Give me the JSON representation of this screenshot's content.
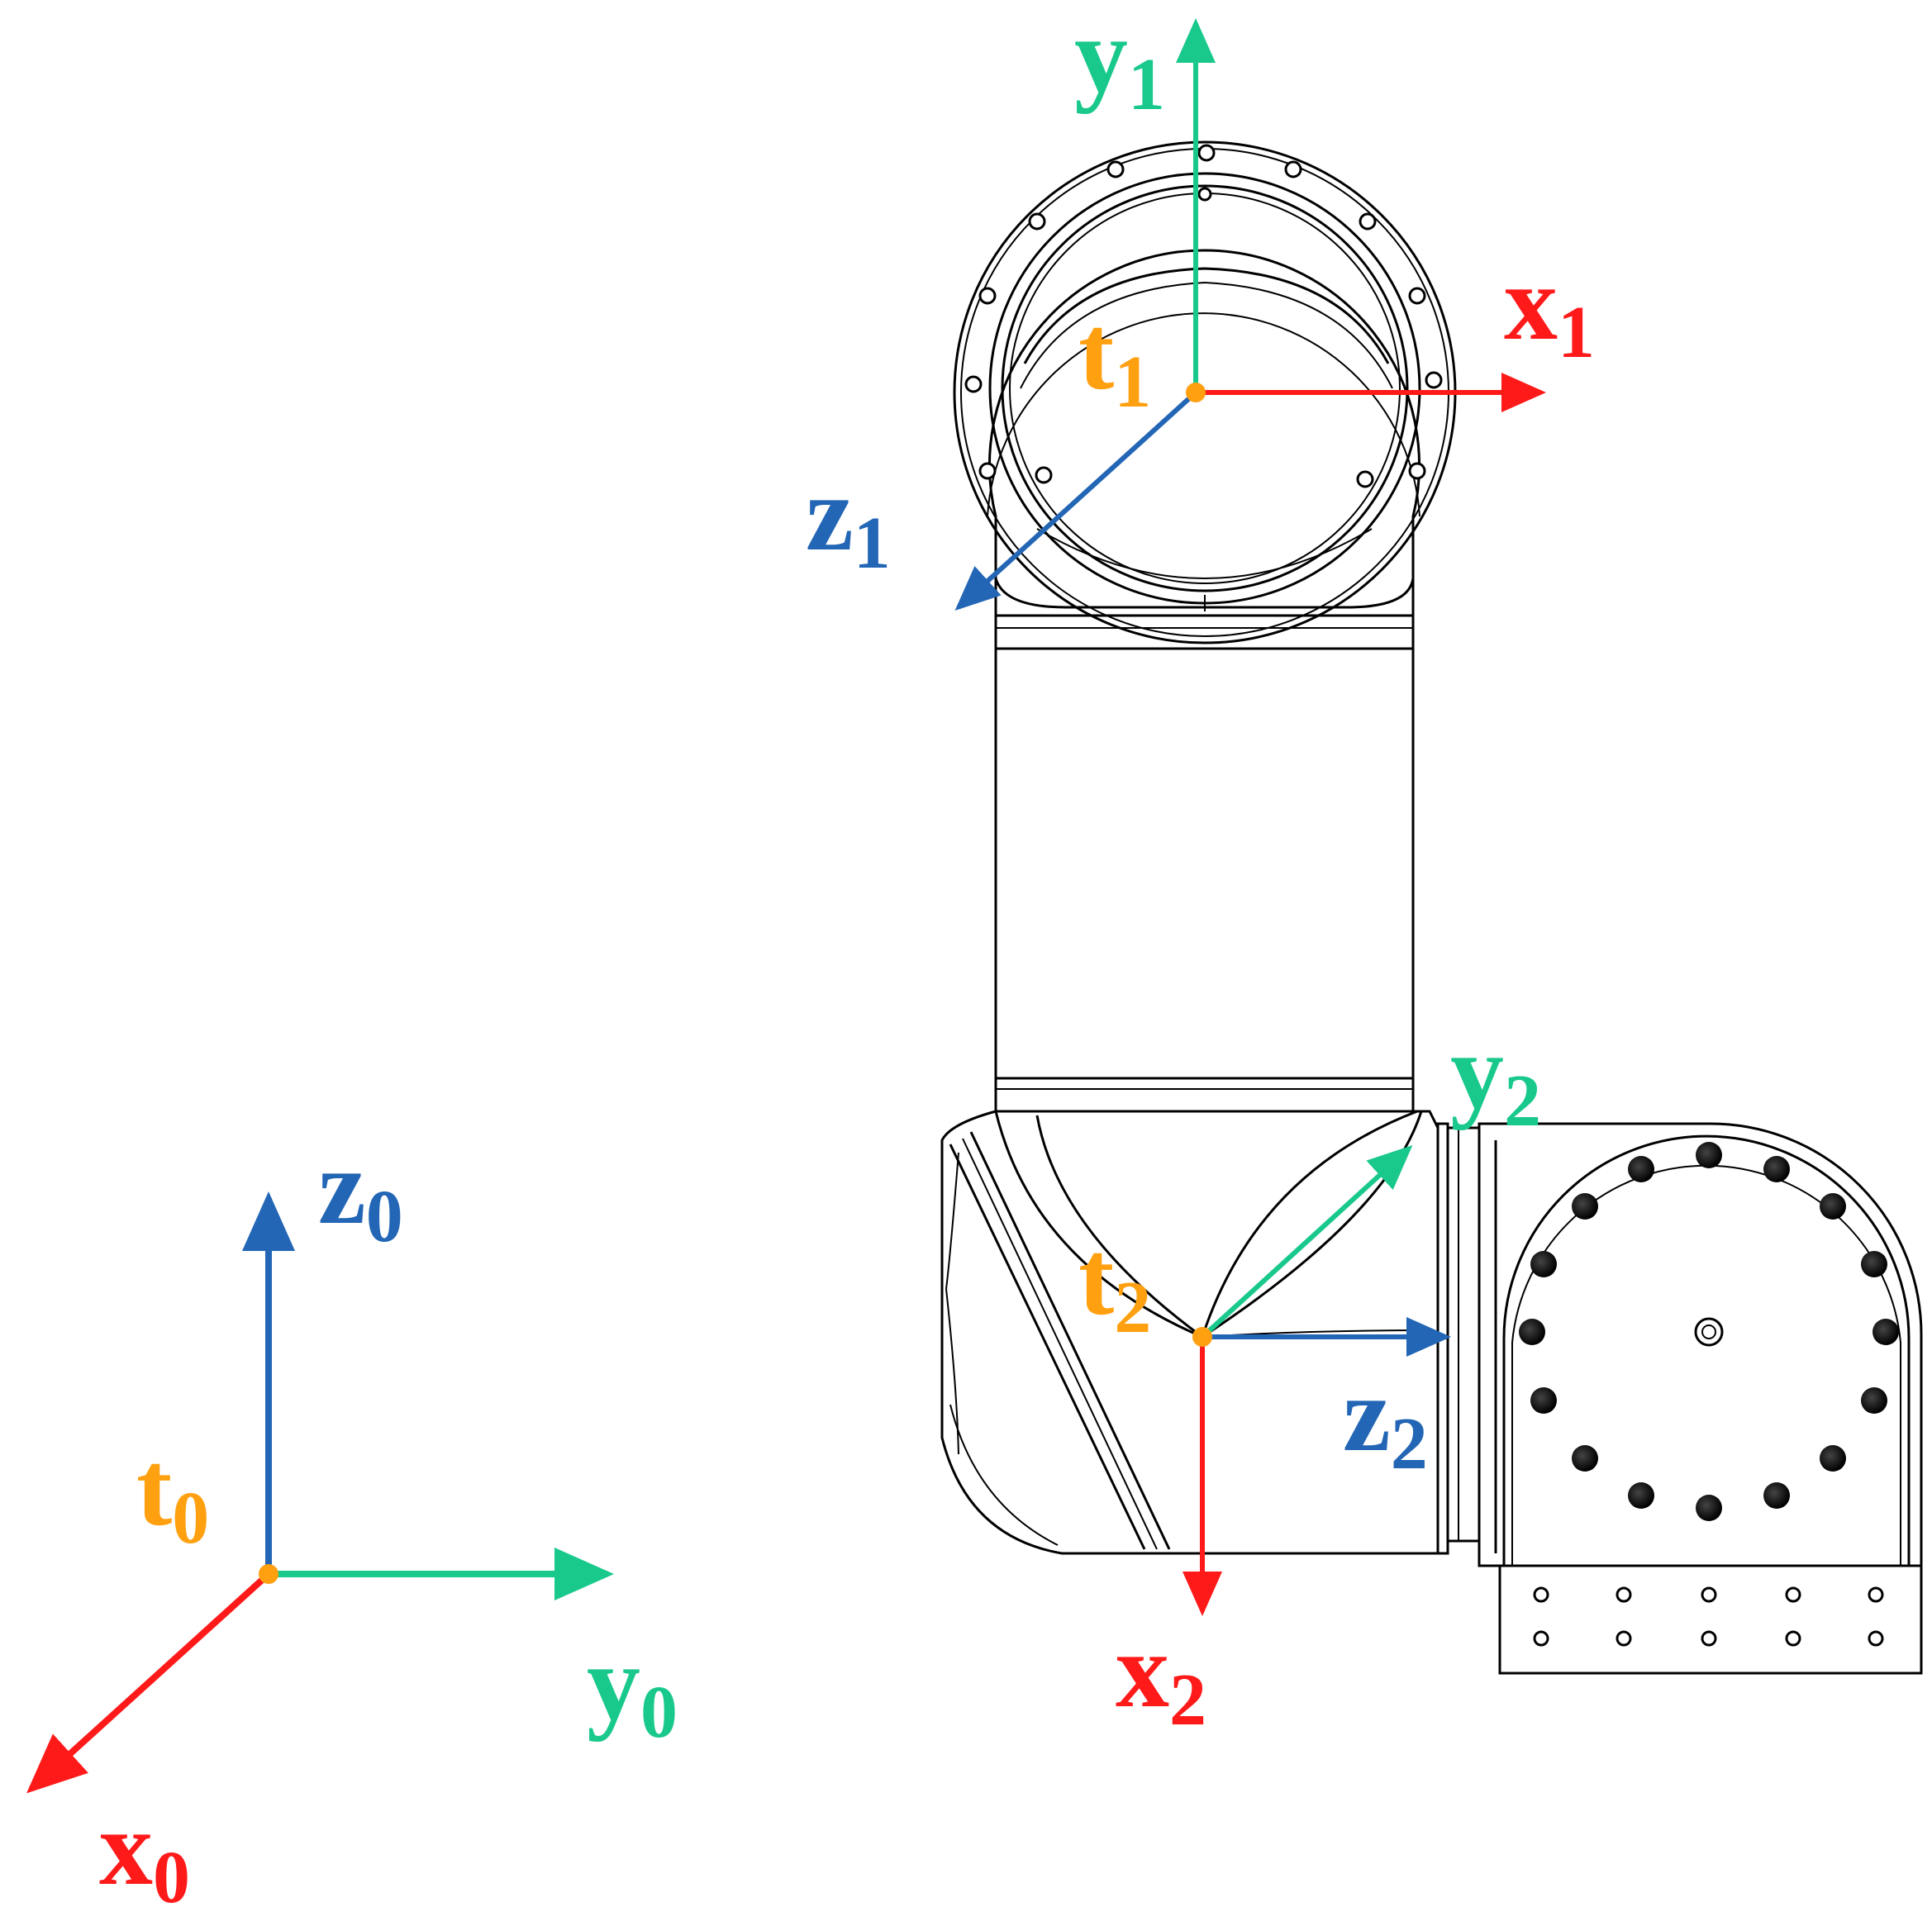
{
  "colors": {
    "x_axis": "#ff1a1a",
    "y_axis": "#19c98c",
    "z_axis": "#2266b5",
    "origin": "#ffa010",
    "outline": "#000000"
  },
  "frames": [
    {
      "id": "frame0",
      "origin": {
        "base": "t",
        "sub": "0"
      },
      "x": {
        "base": "x",
        "sub": "0"
      },
      "y": {
        "base": "y",
        "sub": "0"
      },
      "z": {
        "base": "z",
        "sub": "0"
      }
    },
    {
      "id": "frame1",
      "origin": {
        "base": "t",
        "sub": "1"
      },
      "x": {
        "base": "x",
        "sub": "1"
      },
      "y": {
        "base": "y",
        "sub": "1"
      },
      "z": {
        "base": "z",
        "sub": "1"
      }
    },
    {
      "id": "frame2",
      "origin": {
        "base": "t",
        "sub": "2"
      },
      "x": {
        "base": "x",
        "sub": "2"
      },
      "y": {
        "base": "y",
        "sub": "2"
      },
      "z": {
        "base": "z",
        "sub": "2"
      }
    }
  ]
}
